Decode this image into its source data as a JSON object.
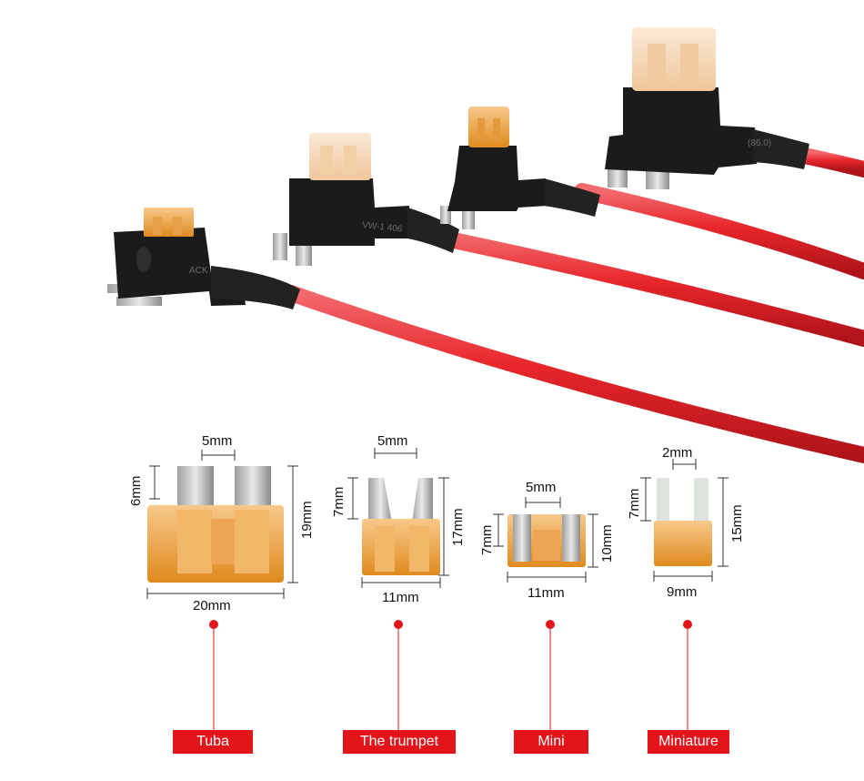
{
  "fuses": [
    {
      "name": "Tuba",
      "dims": {
        "top": "5mm",
        "left": "6mm",
        "right": "19mm",
        "bottom": "20mm"
      }
    },
    {
      "name": "The trumpet",
      "dims": {
        "top": "5mm",
        "left": "7mm",
        "right": "17mm",
        "bottom": "11mm"
      }
    },
    {
      "name": "Mini",
      "dims": {
        "top": "5mm",
        "left": "7mm",
        "right": "10mm",
        "bottom": "11mm"
      }
    },
    {
      "name": "Miniature",
      "dims": {
        "top": "2mm",
        "left": "7mm",
        "right": "15mm",
        "bottom": "9mm"
      }
    }
  ],
  "colors": {
    "wire": "#e8262b",
    "holder": "#1b1b1b",
    "fuse_amber": "#f0a23a",
    "fuse_clear": "#f4d8b8",
    "label_bg": "#e3141a",
    "label_text": "#ffffff"
  },
  "holder_marks": [
    "ACK",
    "VW-1 406",
    "(86.0)"
  ]
}
